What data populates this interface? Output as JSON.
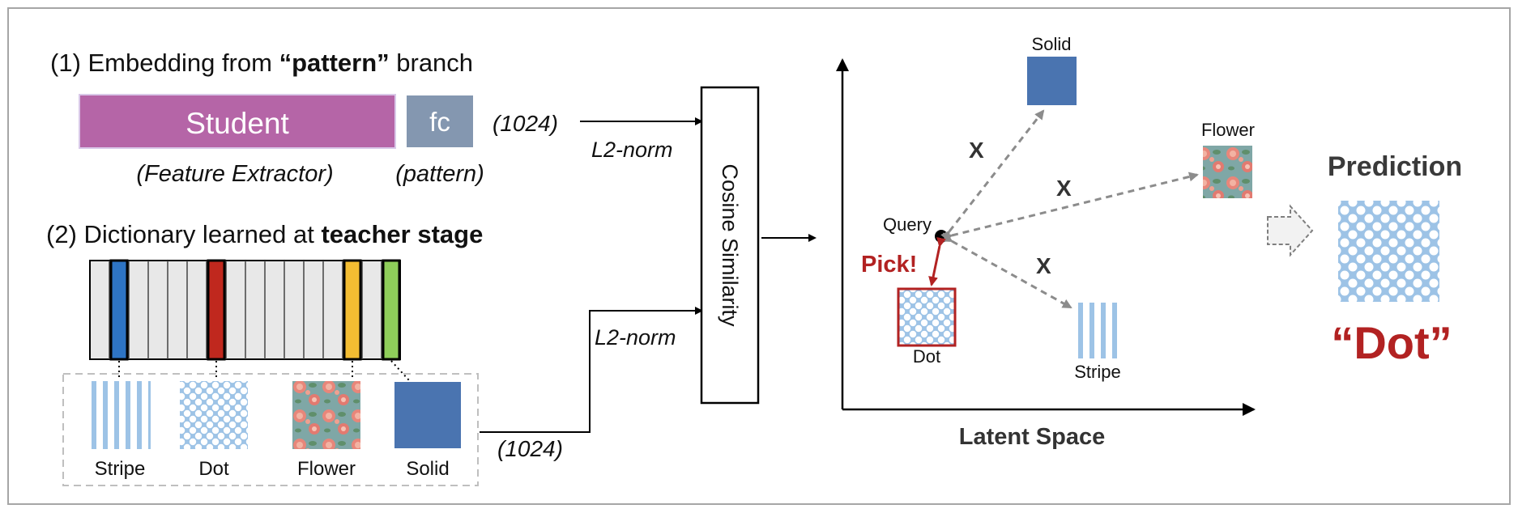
{
  "header1": {
    "prefix": "(1) Embedding from ",
    "bold": "“pattern”",
    "suffix": " branch"
  },
  "student_label": "Student",
  "fc_label": "fc",
  "feature_extractor_label": "(Feature Extractor)",
  "pattern_label": "(pattern)",
  "dim_top": "(1024)",
  "l2norm_top": "L2-norm",
  "header2": {
    "prefix": "(2) Dictionary learned at ",
    "bold": "teacher stage"
  },
  "dictionary_items": [
    "Stripe",
    "Dot",
    "Flower",
    "Solid"
  ],
  "dim_bottom": "(1024)",
  "l2norm_bottom": "L2-norm",
  "cosine_label": "Cosine Similarity",
  "latent": {
    "axis_label": "Latent Space",
    "query_label": "Query",
    "pick_label": "Pick!",
    "x_mark": "X",
    "points": [
      "Solid",
      "Flower",
      "Dot",
      "Stripe"
    ]
  },
  "prediction": {
    "title": "Prediction",
    "result": "“Dot”"
  },
  "colors": {
    "student": "#b565a7",
    "fc": "#8497b0",
    "stripe": "#9dc3e6",
    "dot": "#9dc3e6",
    "solid": "#4a74b0",
    "pick_red": "#b22222",
    "highlight_blue": "#2e74c4",
    "highlight_red": "#c0281e",
    "highlight_yellow": "#f4bd32",
    "highlight_green": "#8fce5a",
    "arrow_gray": "#8c8c8c"
  }
}
